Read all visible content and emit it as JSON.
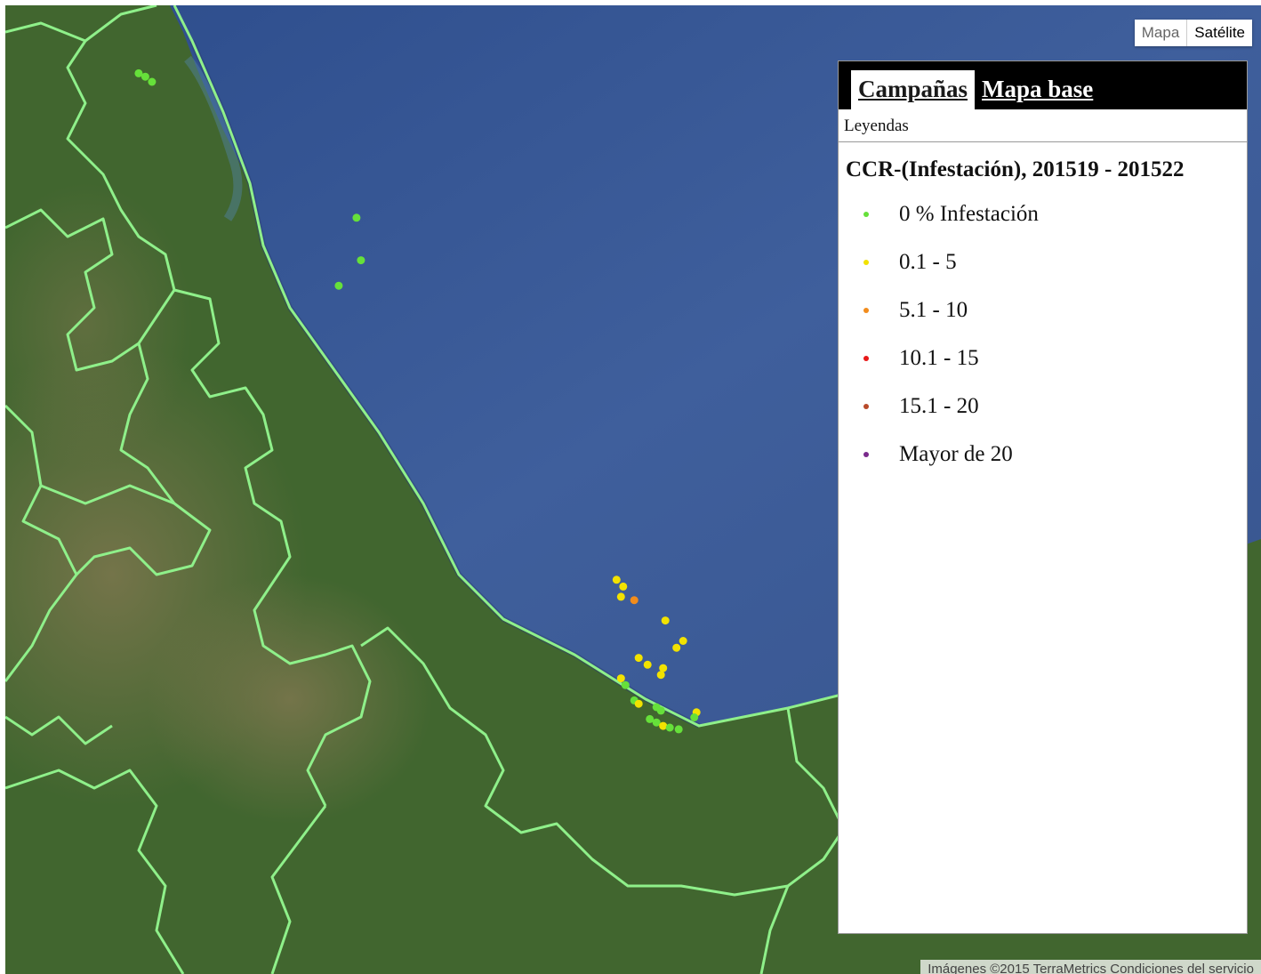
{
  "map_type": {
    "options": [
      "Mapa",
      "Satélite"
    ],
    "selected": "Satélite"
  },
  "panel": {
    "tabs": [
      {
        "label": "Campañas",
        "active": true
      },
      {
        "label": "Mapa base",
        "active": false
      }
    ],
    "section_label": "Leyendas",
    "legend_title": "CCR-(Infestación), 201519 - 201522",
    "legend_items": [
      {
        "label": "0 % Infestación",
        "color": "#66e03a"
      },
      {
        "label": "0.1 - 5",
        "color": "#f2e200"
      },
      {
        "label": "5.1 - 10",
        "color": "#f28c1c"
      },
      {
        "label": "10.1 - 15",
        "color": "#e81818"
      },
      {
        "label": "15.1 - 20",
        "color": "#b84a2a"
      },
      {
        "label": "Mayor de 20",
        "color": "#7a2a8c"
      }
    ]
  },
  "attribution": "Imágenes ©2015 TerraMetrics   Condiciones del servicio",
  "colors": {
    "sea": "#3d5d9a",
    "land": "#41662f",
    "boundary": "#8ff08a"
  },
  "map_points": [
    {
      "lat": 22.2,
      "lon": -98.55,
      "class": "0 % Infestación"
    },
    {
      "lat": 22.18,
      "lon": -98.52,
      "class": "0 % Infestación"
    },
    {
      "lat": 22.15,
      "lon": -98.49,
      "class": "0 % Infestación"
    },
    {
      "lat": 21.35,
      "lon": -97.57,
      "class": "0 % Infestación"
    },
    {
      "lat": 21.1,
      "lon": -97.55,
      "class": "0 % Infestación"
    },
    {
      "lat": 20.95,
      "lon": -97.65,
      "class": "0 % Infestación"
    },
    {
      "lat": 19.22,
      "lon": -96.4,
      "class": "0.1 - 5"
    },
    {
      "lat": 19.18,
      "lon": -96.37,
      "class": "0.1 - 5"
    },
    {
      "lat": 19.12,
      "lon": -96.38,
      "class": "0.1 - 5"
    },
    {
      "lat": 19.1,
      "lon": -96.32,
      "class": "5.1 - 10"
    },
    {
      "lat": 18.98,
      "lon": -96.18,
      "class": "0.1 - 5"
    },
    {
      "lat": 18.86,
      "lon": -96.1,
      "class": "0.1 - 5"
    },
    {
      "lat": 18.82,
      "lon": -96.13,
      "class": "0.1 - 5"
    },
    {
      "lat": 18.76,
      "lon": -96.3,
      "class": "0.1 - 5"
    },
    {
      "lat": 18.72,
      "lon": -96.26,
      "class": "0.1 - 5"
    },
    {
      "lat": 18.7,
      "lon": -96.19,
      "class": "0.1 - 5"
    },
    {
      "lat": 18.66,
      "lon": -96.2,
      "class": "0.1 - 5"
    },
    {
      "lat": 18.64,
      "lon": -96.38,
      "class": "0.1 - 5"
    },
    {
      "lat": 18.6,
      "lon": -96.36,
      "class": "0 % Infestación"
    },
    {
      "lat": 18.51,
      "lon": -96.32,
      "class": "0 % Infestación"
    },
    {
      "lat": 18.49,
      "lon": -96.3,
      "class": "0.1 - 5"
    },
    {
      "lat": 18.47,
      "lon": -96.22,
      "class": "0 % Infestación"
    },
    {
      "lat": 18.45,
      "lon": -96.2,
      "class": "0 % Infestación"
    },
    {
      "lat": 18.44,
      "lon": -96.04,
      "class": "0.1 - 5"
    },
    {
      "lat": 18.41,
      "lon": -96.05,
      "class": "0 % Infestación"
    },
    {
      "lat": 18.4,
      "lon": -96.25,
      "class": "0 % Infestación"
    },
    {
      "lat": 18.38,
      "lon": -96.22,
      "class": "0 % Infestación"
    },
    {
      "lat": 18.36,
      "lon": -96.19,
      "class": "0.1 - 5"
    },
    {
      "lat": 18.35,
      "lon": -96.16,
      "class": "0 % Infestación"
    },
    {
      "lat": 18.34,
      "lon": -96.12,
      "class": "0 % Infestación"
    }
  ]
}
